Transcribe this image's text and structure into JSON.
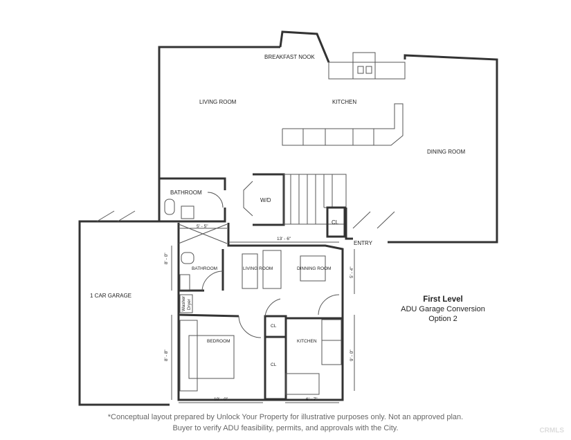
{
  "rooms": {
    "breakfast_nook": "BREAKFAST NOOK",
    "living_room": "LIVING ROOM",
    "kitchen": "KITCHEN",
    "dining_room": "DINING ROOM",
    "bathroom": "BATHROOM",
    "wd": "W/D",
    "cl": "CL",
    "entry": "ENTRY",
    "garage": "1 CAR GARAGE"
  },
  "adu": {
    "bathroom": "BATHROOM",
    "living_room": "LIVING ROOM",
    "dining_room": "DINNING ROOM",
    "washer_dryer_1": "Washer",
    "washer_dryer_2": "Dryer",
    "bedroom": "BEDROOM",
    "cl1": "CL",
    "cl2": "CL",
    "kitchen": "KITCHEN"
  },
  "dimensions": {
    "shower_width": "5' - 5\"",
    "top_width": "13' - 6\"",
    "bath_height": "8' - 0\"",
    "dining_height": "5' - 4\"",
    "bedroom_height": "8' - 8\"",
    "kitchen_height": "9' - 0\"",
    "bedroom_width": "10' - 0\"",
    "kitchen_width": "6' - 7\""
  },
  "legend": {
    "title": "First Level",
    "line1": "ADU Garage Conversion",
    "line2": "Option 2"
  },
  "disclaimer": {
    "line1": "*Conceptual layout prepared by Unlock Your Property for illustrative purposes only. Not an approved plan.",
    "line2": "Buyer to verify ADU feasibility, permits, and approvals with the City."
  },
  "watermark": "CRMLS"
}
